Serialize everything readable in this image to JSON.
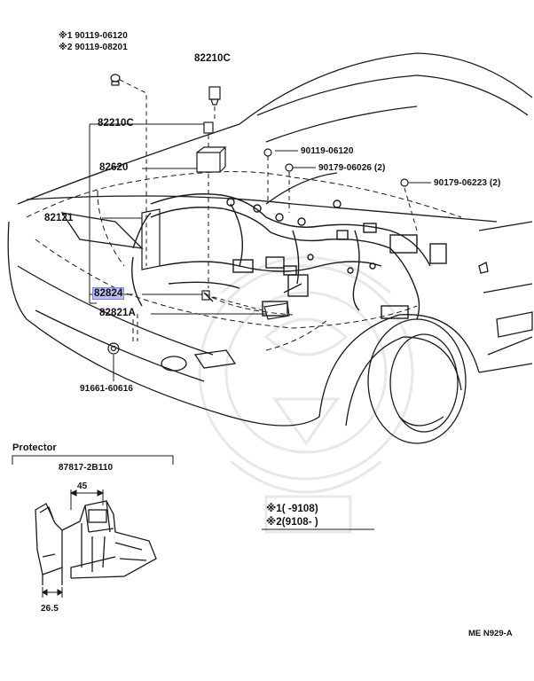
{
  "labels": {
    "bolt_star1": "※1 90119-06120",
    "bolt_star2": "※2 90119-08201",
    "p82210c_top": "82210C",
    "p82210c_left": "82210C",
    "p82620": "82620",
    "p82121": "82121",
    "p82824": "82824",
    "p82821a": "82821A",
    "p91661": "91661-60616",
    "p90119": "90119-06120",
    "p90179_a": "90179-06026 (2)",
    "p90179_b": "90179-06223 (2)"
  },
  "protector": {
    "title": "Protector",
    "part": "87817-2B110",
    "dim_width": "45",
    "dim_height": "26.5"
  },
  "legend": {
    "row1": "※1(      -9108)",
    "row2": "※2(9108-      )"
  },
  "diagram_code": "ME N929-A",
  "colors": {
    "line": "#1a1a1a",
    "highlight": "#b9bff0",
    "watermark": "#e6e6e6"
  }
}
